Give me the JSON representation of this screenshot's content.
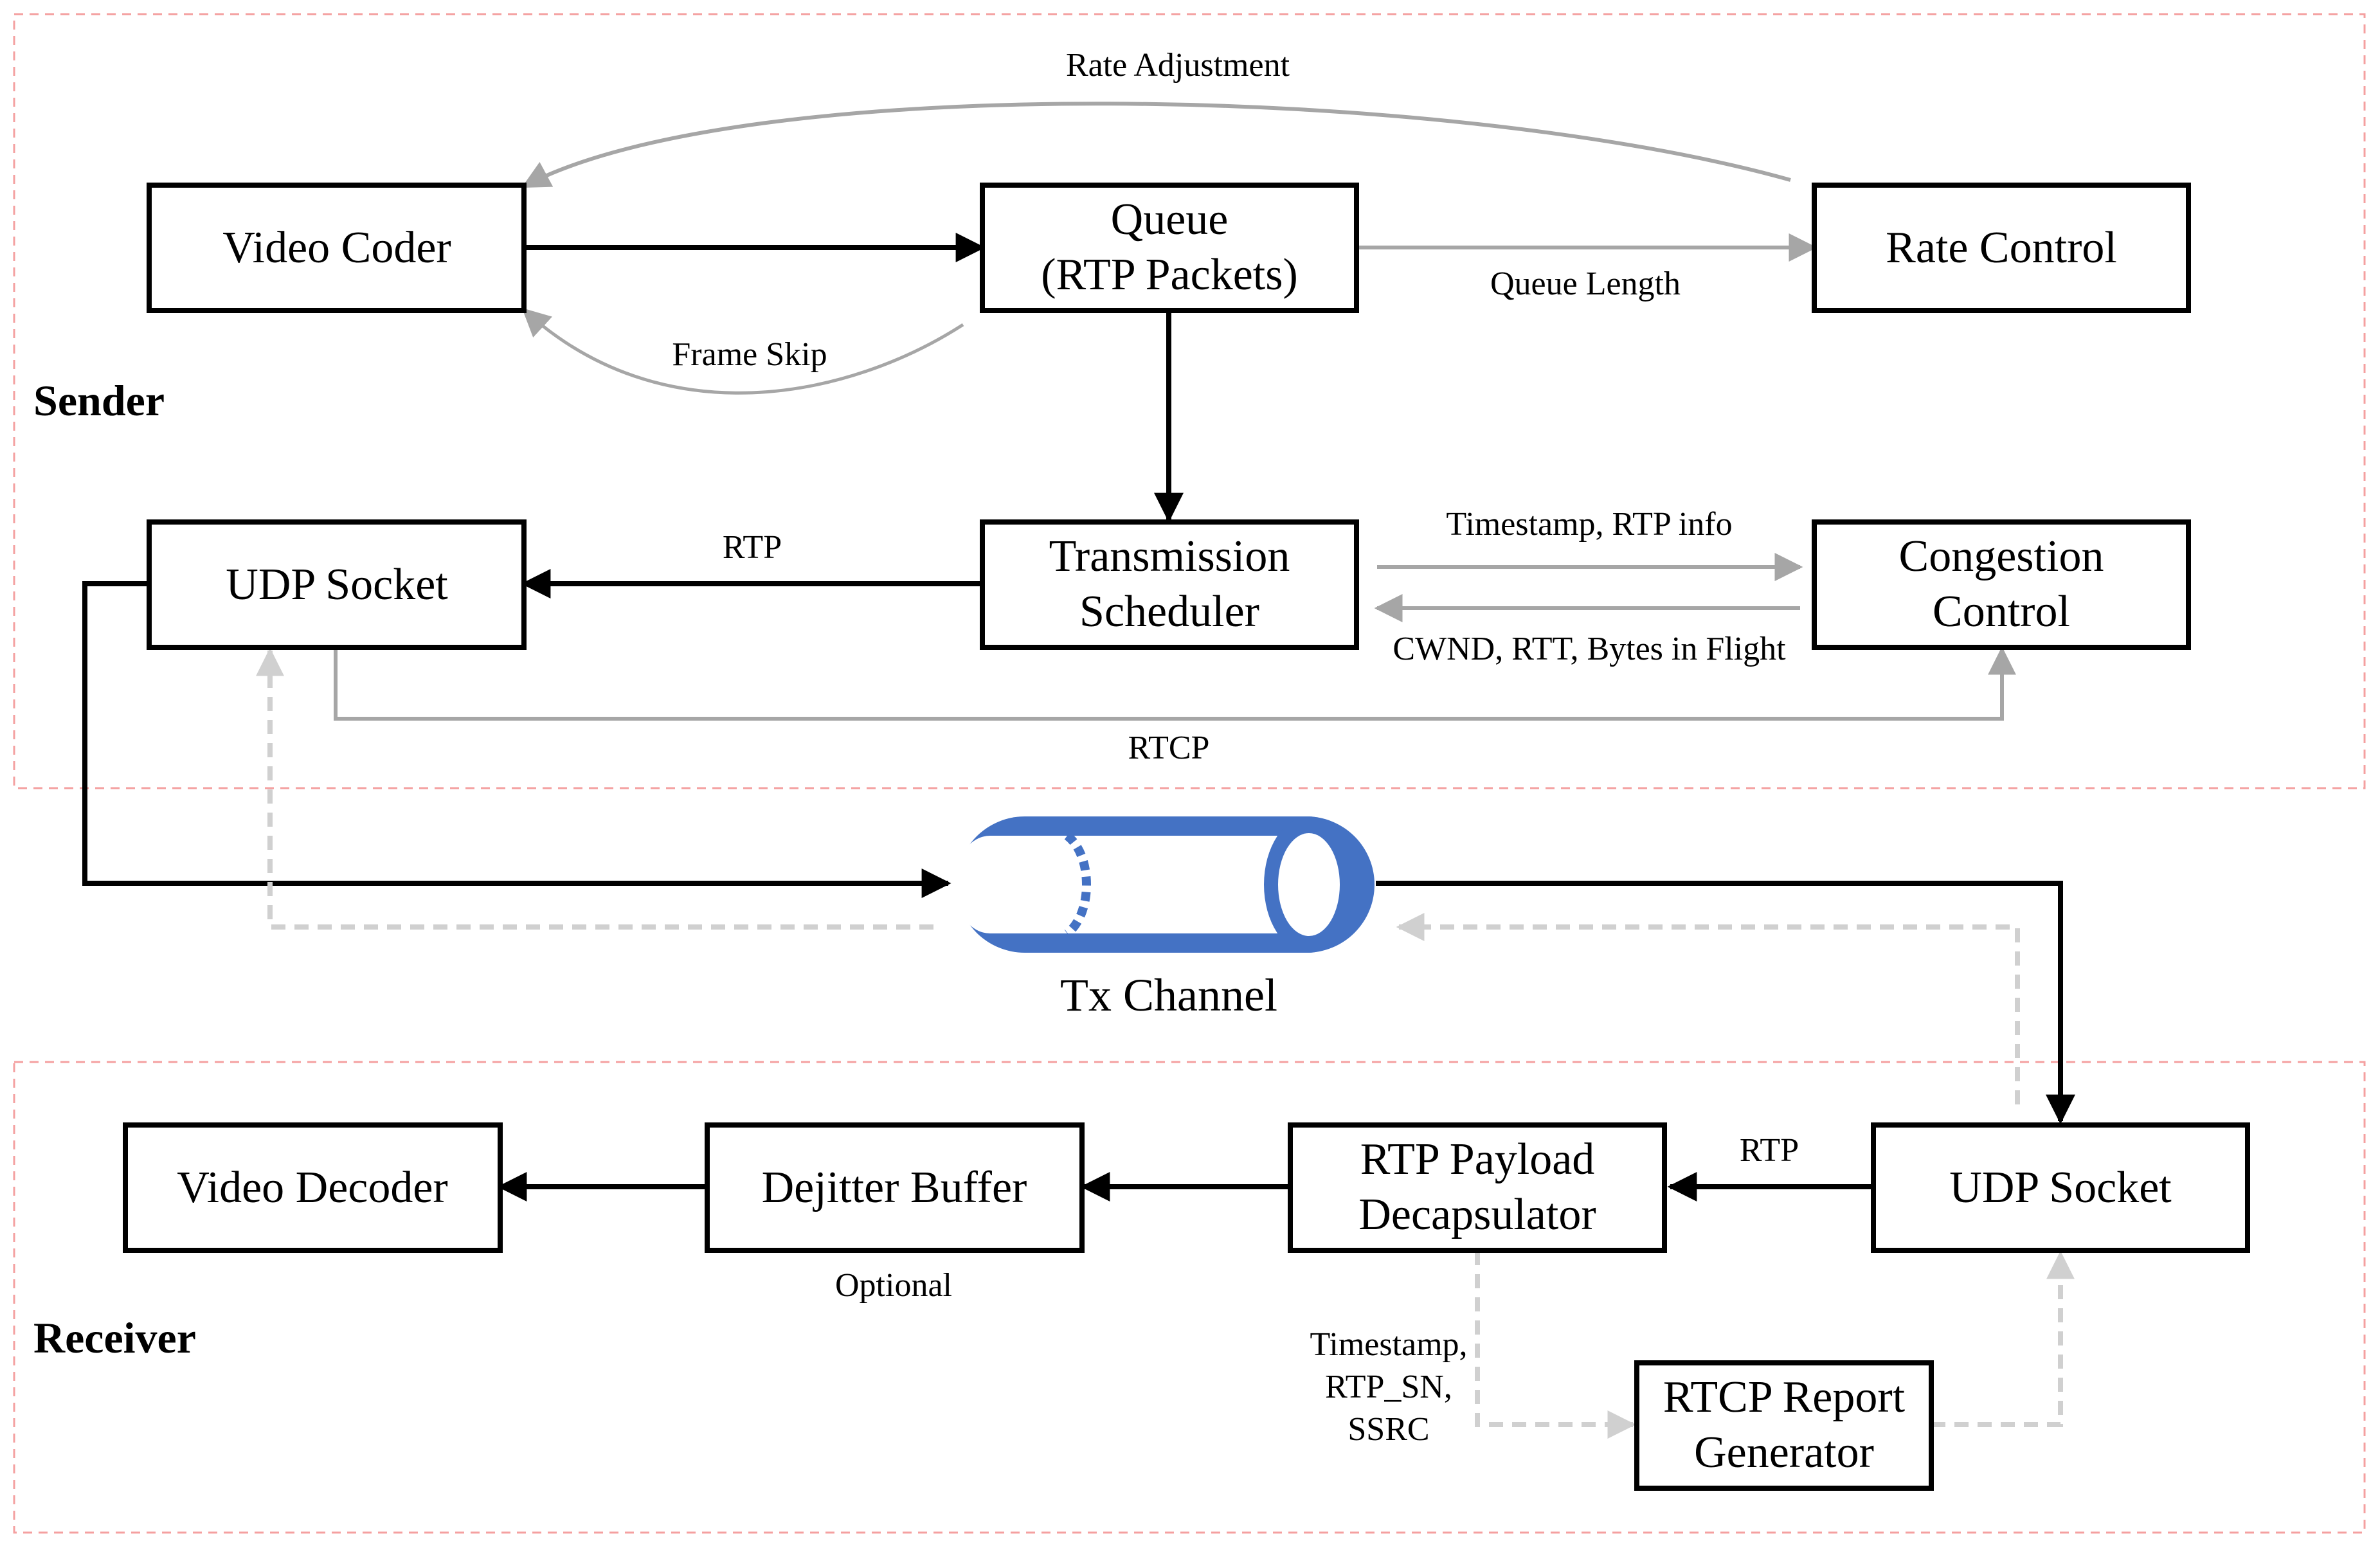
{
  "regions": {
    "sender": "Sender",
    "receiver": "Receiver"
  },
  "blocks": {
    "video_coder": [
      "Video Coder"
    ],
    "queue": [
      "Queue",
      "(RTP Packets)"
    ],
    "rate_control": [
      "Rate Control"
    ],
    "udp_socket_sender": [
      "UDP Socket"
    ],
    "transmission_scheduler": [
      "Transmission",
      "Scheduler"
    ],
    "congestion_control": [
      "Congestion",
      "Control"
    ],
    "video_decoder": [
      "Video Decoder"
    ],
    "dejitter_buffer": [
      "Dejitter Buffer"
    ],
    "rtp_payload_decapsulator": [
      "RTP Payload",
      "Decapsulator"
    ],
    "udp_socket_receiver": [
      "UDP Socket"
    ],
    "rtcp_report_generator": [
      "RTCP Report",
      "Generator"
    ]
  },
  "edge_labels": {
    "rate_adjustment": "Rate Adjustment",
    "frame_skip": "Frame Skip",
    "queue_length": "Queue Length",
    "rtp_sender": "RTP",
    "timestamp_rtp_info": "Timestamp, RTP info",
    "cwnd_rtt": "CWND, RTT, Bytes in Flight",
    "rtcp": "RTCP",
    "rtp_receiver": "RTP",
    "optional": "Optional",
    "timestamp_ssrc": [
      "Timestamp,",
      "RTP_SN,",
      "SSRC"
    ]
  },
  "channel": {
    "label": "Tx Channel"
  },
  "colors": {
    "black": "#000000",
    "gray_arrow": "#a6a6a6",
    "dashed_gray": "#d0d0d0",
    "region_border": "#f4a0a0",
    "channel_blue": "#4472c4"
  }
}
